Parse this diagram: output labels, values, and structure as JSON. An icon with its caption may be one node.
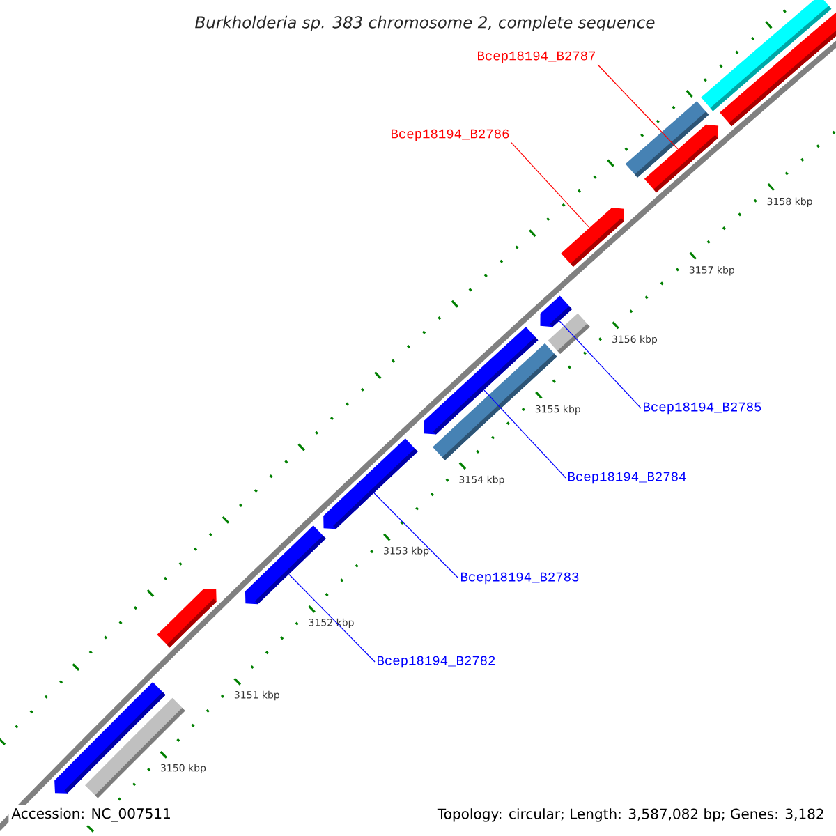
{
  "diagram": {
    "title": "Burkholderia sp. 383 chromosome 2, complete sequence",
    "nodes": [
      {
        "text": [
          "Bcep18194_B2787"
        ]
      },
      {
        "text": [
          "Bcep18194_B2786"
        ]
      },
      {
        "text": [
          "Bcep18194_B2785"
        ]
      },
      {
        "text": [
          "Bcep18194_B2784"
        ]
      },
      {
        "text": [
          "Bcep18194_B2783"
        ]
      },
      {
        "text": [
          "Bcep18194_B2782"
        ]
      },
      {
        "text": [],
        "shape": "bar"
      },
      {
        "text": [],
        "shape": "bar"
      },
      {
        "text": [],
        "shape": "bar"
      },
      {
        "text": [],
        "shape": "bar"
      },
      {
        "text": [],
        "shape": "bar"
      },
      {
        "text": [],
        "shape": "bar"
      },
      {
        "text": [],
        "shape": "bar"
      },
      {
        "text": [],
        "shape": "bar"
      },
      {
        "text": [],
        "shape": "bar"
      },
      {
        "text": [],
        "shape": "bar"
      },
      {
        "text": [],
        "shape": "bar"
      },
      {
        "text": [],
        "shape": "bar"
      },
      {
        "text": [],
        "shape": "bar"
      },
      {
        "text": [],
        "shape": "bar"
      }
    ],
    "edges": [
      {
        "from": 0,
        "to": 9,
        "arrow": "none",
        "color": "#ff0000"
      },
      {
        "from": 1,
        "to": 10,
        "arrow": "none",
        "color": "#ff0000"
      },
      {
        "from": 2,
        "to": 11,
        "arrow": "none"
      },
      {
        "from": 3,
        "to": 13,
        "arrow": "none"
      },
      {
        "from": 4,
        "to": 15,
        "arrow": "none"
      },
      {
        "from": 5,
        "to": 16,
        "arrow": "none"
      }
    ],
    "labels": [
      "3158 kbp",
      "3157 kbp",
      "3156 kbp",
      "3155 kbp",
      "3154 kbp",
      "3153 kbp",
      "3152 kbp",
      "3151 kbp",
      "3150 kbp",
      "Accession: NC_007511",
      "Topology: circular; Length: 3,587,082 bp; Genes: 3,182"
    ]
  }
}
